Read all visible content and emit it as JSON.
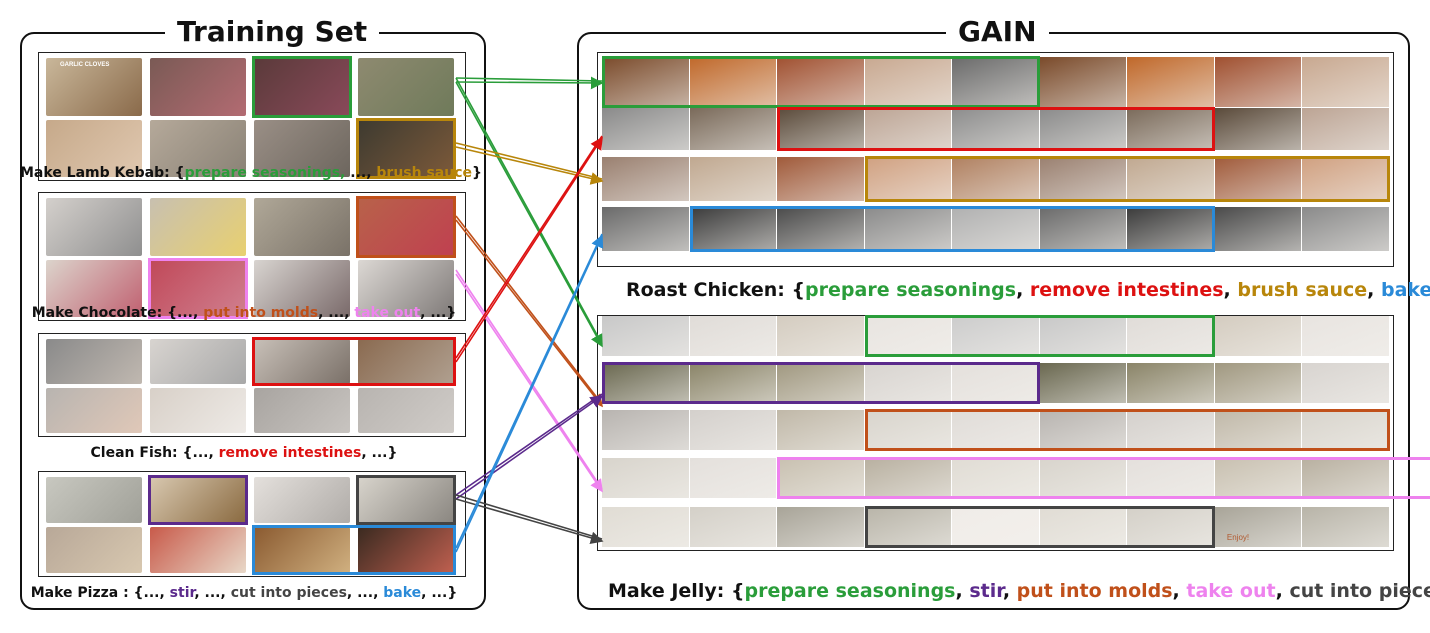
{
  "left_panel": {
    "title": "Training Set",
    "tasks": [
      {
        "name": "Make Lamb Kebab:",
        "caption": [
          {
            "t": "{",
            "c": "#111111"
          },
          {
            "t": "prepare seasonings,",
            "c": "#2a9d3a"
          },
          {
            "t": " ..., ",
            "c": "#111111"
          },
          {
            "t": "brush sauce",
            "c": "#b8860b"
          },
          {
            "t": "}",
            "c": "#111111"
          }
        ]
      },
      {
        "name": "Make Chocolate:",
        "caption": [
          {
            "t": "{..., ",
            "c": "#111111"
          },
          {
            "t": "put into molds",
            "c": "#c0501a"
          },
          {
            "t": ", ..., ",
            "c": "#111111"
          },
          {
            "t": "take out",
            "c": "#ee82ee"
          },
          {
            "t": ", ...}",
            "c": "#111111"
          }
        ]
      },
      {
        "name": "Clean Fish:",
        "caption": [
          {
            "t": "{..., ",
            "c": "#111111"
          },
          {
            "t": "remove intestines",
            "c": "#dd1111"
          },
          {
            "t": ", ...}",
            "c": "#111111"
          }
        ]
      },
      {
        "name": "Make Pizza :",
        "caption": [
          {
            "t": "{..., ",
            "c": "#111111"
          },
          {
            "t": "stir",
            "c": "#5b2a8c"
          },
          {
            "t": ", ..., ",
            "c": "#111111"
          },
          {
            "t": "cut into pieces",
            "c": "#444444"
          },
          {
            "t": ", ..., ",
            "c": "#111111"
          },
          {
            "t": "bake",
            "c": "#2a8ad8"
          },
          {
            "t": ", ...}",
            "c": "#111111"
          }
        ]
      }
    ]
  },
  "right_panel": {
    "title": "GAIN",
    "groups": [
      {
        "name": "Roast Chicken:",
        "caption": [
          {
            "t": "{",
            "c": "#111111"
          },
          {
            "t": "prepare seasonings",
            "c": "#2a9d3a"
          },
          {
            "t": ", ",
            "c": "#111111"
          },
          {
            "t": "remove intestines",
            "c": "#dd1111"
          },
          {
            "t": ", ",
            "c": "#111111"
          },
          {
            "t": "brush sauce",
            "c": "#b8860b"
          },
          {
            "t": ", ",
            "c": "#111111"
          },
          {
            "t": "bake",
            "c": "#2a8ad8"
          },
          {
            "t": "}",
            "c": "#111111"
          }
        ]
      },
      {
        "name": "Make Jelly:",
        "caption": [
          {
            "t": " {",
            "c": "#111111"
          },
          {
            "t": "prepare seasonings",
            "c": "#2a9d3a"
          },
          {
            "t": ", ",
            "c": "#111111"
          },
          {
            "t": "stir",
            "c": "#5b2a8c"
          },
          {
            "t": ", ",
            "c": "#111111"
          },
          {
            "t": "put into molds",
            "c": "#c0501a"
          },
          {
            "t": ", ",
            "c": "#111111"
          },
          {
            "t": "take out",
            "c": "#ee82ee"
          },
          {
            "t": ", ",
            "c": "#111111"
          },
          {
            "t": "cut into pieces",
            "c": "#444444"
          },
          {
            "t": "}",
            "c": "#111111"
          }
        ]
      }
    ]
  },
  "thumbnail_text": {
    "kebab_first_frame": "GARLIC CLOVES",
    "jelly_last_frame": "Enjoy!"
  },
  "colors": {
    "prepare_seasonings": "#2a9d3a",
    "remove_intestines": "#dd1111",
    "brush_sauce": "#b8860b",
    "bake": "#2a8ad8",
    "stir": "#5b2a8c",
    "put_into_molds": "#c0501a",
    "take_out": "#ee82ee",
    "cut_into_pieces": "#444444"
  }
}
